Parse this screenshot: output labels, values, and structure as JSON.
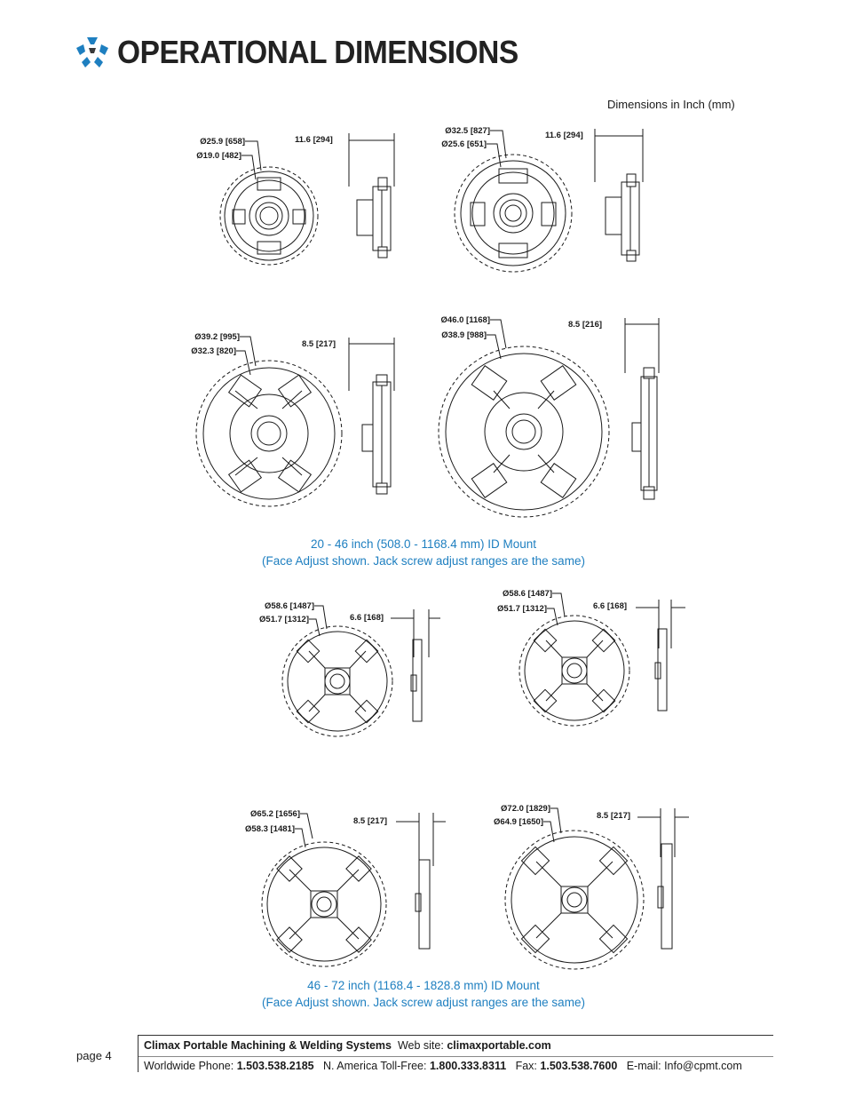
{
  "header": {
    "title": "OPERATIONAL DIMENSIONS",
    "units_note": "Dimensions in Inch (mm)"
  },
  "diagrams": [
    {
      "outer": "Ø25.9 [658]",
      "inner": "Ø19.0 [482]",
      "height": "11.6 [294]"
    },
    {
      "outer": "Ø32.5 [827]",
      "inner": "Ø25.6 [651]",
      "height": "11.6 [294]"
    },
    {
      "outer": "Ø39.2 [995]",
      "inner": "Ø32.3 [820]",
      "height": "8.5 [217]"
    },
    {
      "outer": "Ø46.0 [1168]",
      "inner": "Ø38.9 [988]",
      "height": "8.5 [216]"
    },
    {
      "outer": "Ø58.6 [1487]",
      "inner": "Ø51.7 [1312]",
      "height": "6.6 [168]"
    },
    {
      "outer": "Ø58.6 [1487]",
      "inner": "Ø51.7 [1312]",
      "height": "6.6 [168]"
    },
    {
      "outer": "Ø65.2 [1656]",
      "inner": "Ø58.3 [1481]",
      "height": "8.5 [217]"
    },
    {
      "outer": "Ø72.0 [1829]",
      "inner": "Ø64.9 [1650]",
      "height": "8.5 [217]"
    }
  ],
  "captions": {
    "group1_line1": "20 - 46 inch (508.0 - 1168.4 mm) ID Mount",
    "group1_line2": "(Face Adjust shown. Jack screw adjust ranges are the same)",
    "group2_line1": "46 - 72 inch (1168.4 - 1828.8 mm) ID Mount",
    "group2_line2": "(Face Adjust shown. Jack screw adjust ranges are the same)"
  },
  "footer": {
    "page": "page 4",
    "company": "Climax Portable Machining & Welding Systems",
    "website_label": "Web site:",
    "website": "climaxportable.com",
    "phone_label": "Worldwide Phone:",
    "phone": "1.503.538.2185",
    "tollfree_label": "N. America Toll-Free:",
    "tollfree": "1.800.333.8311",
    "fax_label": "Fax:",
    "fax": "1.503.538.7600",
    "email": "E-mail: Info@cpmt.com"
  },
  "colors": {
    "caption": "#1e7fc0",
    "logo": "#1e7fc0"
  }
}
